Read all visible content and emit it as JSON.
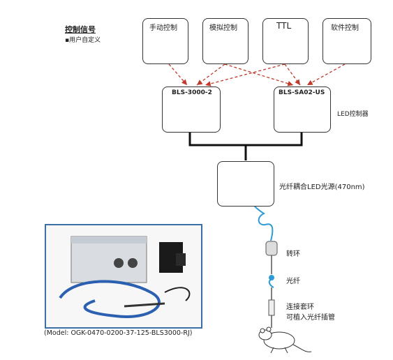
{
  "header": {
    "title": "控制信号",
    "subtitle": "▪用户自定义"
  },
  "signals": [
    {
      "label": "手动控制",
      "icon": "knob-icon"
    },
    {
      "label": "模拟控制",
      "icon": "sine-wave-icon"
    },
    {
      "label": "TTL",
      "icon": "pulse-icon"
    },
    {
      "label": "软件控制",
      "icon": "software-window-icon"
    }
  ],
  "controllers": [
    {
      "label": "BLS-3000-2"
    },
    {
      "label": "BLS-SA02-US"
    }
  ],
  "controller_group_label": "LED控制器",
  "light_source_label": "光纤耦合LED光源(470nm)",
  "components": {
    "rotary": "转环",
    "fiber": "光纤",
    "ferrule": "连接套环",
    "ferrule_note": "可植入光纤插管"
  },
  "model_caption": "(Model: OGK-0470-0200-37-125-BLS3000-RJ)",
  "colors": {
    "arrow": "#c0392b",
    "photo_border": "#3a6ea5",
    "fiber": "#2e9bd6"
  }
}
